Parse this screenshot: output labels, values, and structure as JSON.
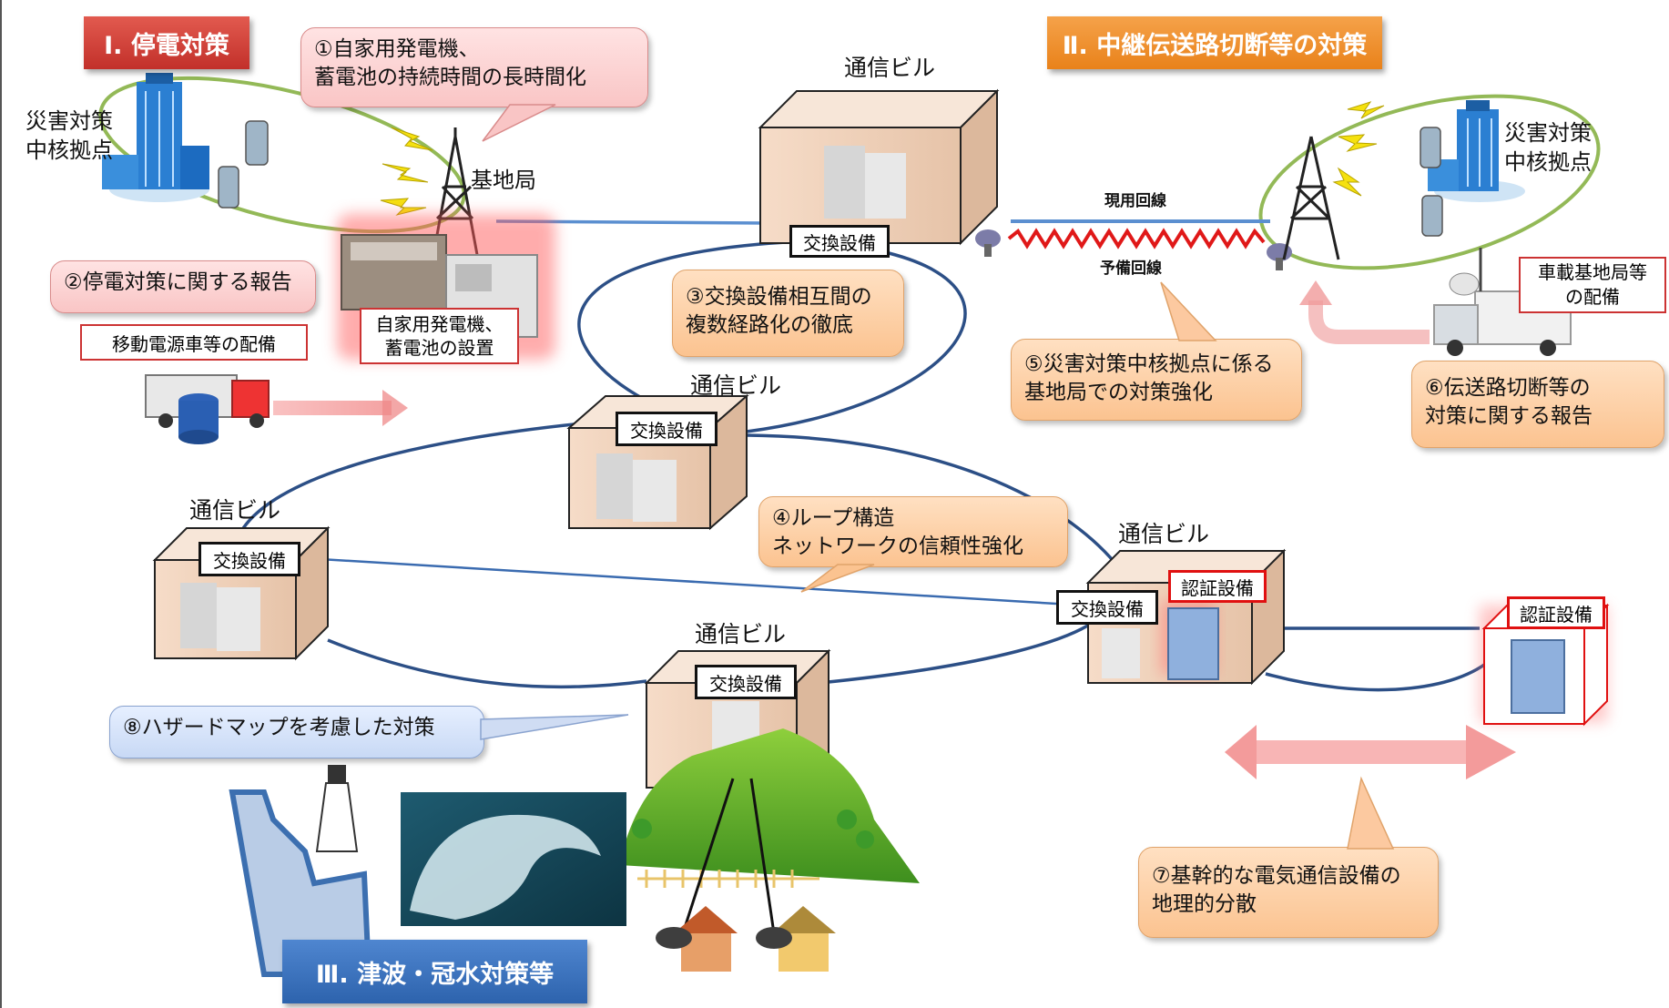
{
  "headers": {
    "section1": "Ⅰ. 停電対策",
    "section2": "Ⅱ. 中継伝送路切断等の対策",
    "section3": "Ⅲ. 津波・冠水対策等"
  },
  "labels": {
    "disaster_hub_left": "災害対策\n中核拠点",
    "disaster_hub_right": "災害対策\n中核拠点",
    "base_station": "基地局",
    "bldg_top": "通信ビル",
    "bldg_center": "通信ビル",
    "bldg_left": "通信ビル",
    "bldg_right": "通信ビル",
    "bldg_bottom": "通信ビル",
    "active_line": "現用回線",
    "backup_line": "予備回線"
  },
  "equipment": {
    "switch": "交換設備",
    "auth": "認証設備"
  },
  "callouts": {
    "c1": "①自家用発電機、\n 蓄電池の持続時間の長時間化",
    "c2": "②停電対策に関する報告",
    "c3": "③交換設備相互間の\n 複数経路化の徹底",
    "c4": "④ループ構造\n  ネットワークの信頼性強化",
    "c5": "⑤災害対策中核拠点に係る\n 基地局での対策強化",
    "c6": "⑥伝送路切断等の\n 対策に関する報告",
    "c7": "⑦基幹的な電気通信設備の\n 地理的分散",
    "c8": "⑧ハザードマップを考慮した対策"
  },
  "boxes": {
    "mobile_power": "移動電源車等の配備",
    "generator": "自家用発電機、\n蓄電池の設置",
    "vehicle_bs": "車載基地局等\nの配備"
  },
  "colors": {
    "section1": "#d9443c",
    "section2": "#f0922e",
    "section3": "#3f78c5",
    "network_line": "#2c4f86",
    "backup_line": "#e01818",
    "loop_green": "#93b957"
  }
}
